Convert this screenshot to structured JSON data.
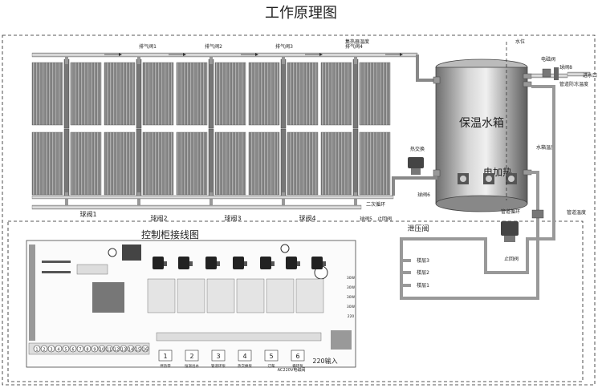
{
  "title": "工作原理图",
  "tank": {
    "label": "保温水箱",
    "heater_label": "电加热",
    "water_level_label": "水位",
    "water_temp_label": "水箱温度"
  },
  "collectors": {
    "air_valves": [
      "排气阀1",
      "排气阀2",
      "排气阀3",
      "排气阀4"
    ],
    "collector_temp_label": "集热器温度",
    "secondary_loop_label": "二次循环",
    "ball_valves": [
      "球阀1",
      "球阀2",
      "球阀3",
      "球阀4",
      "球阀5"
    ],
    "check_valve_label": "止回阀"
  },
  "heat_exchange": {
    "pump_label": "热交换",
    "ball_valve_label": "球阀6"
  },
  "inlet": {
    "solenoid_label": "电磁阀",
    "ball_valve_label": "球阀8",
    "antifreeze_label": "管道防冻温度",
    "inlet_label": "进水口"
  },
  "circulation": {
    "pipe_pump_label": "管道循环",
    "pipe_temp_label": "管道温度",
    "check_valve_label": "止回阀",
    "relief_valve_label": "泄压阀",
    "floors": [
      "楼层3",
      "楼层2",
      "楼层1"
    ]
  },
  "cabinet": {
    "title": "控制柜接线图",
    "terminals": [
      "1",
      "2",
      "3",
      "4",
      "5",
      "6",
      "7",
      "8",
      "9",
      "10",
      "11",
      "12",
      "13",
      "14",
      "15",
      "16"
    ],
    "relay_numbers": [
      "1",
      "2",
      "3",
      "4",
      "5",
      "6"
    ],
    "relay_labels": [
      "伴热带",
      "恒温出水",
      "管道环泵",
      "热交换泵",
      "辽帮",
      "循环泵"
    ],
    "power_label": "220输入",
    "ac_label": "AC220V电磁阀",
    "side_labels": [
      "30W",
      "30W",
      "30W",
      "30W",
      "220"
    ]
  }
}
